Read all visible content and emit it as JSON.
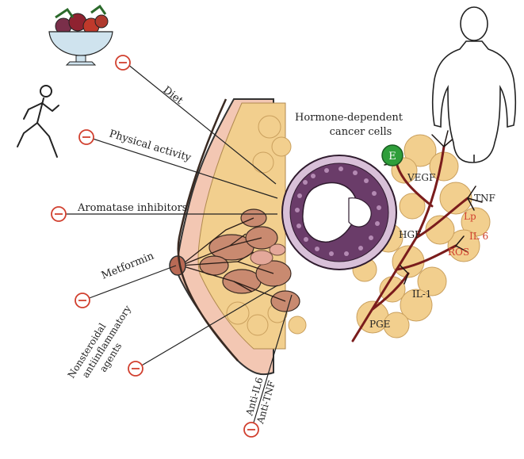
{
  "interventions": {
    "diet": "Diet",
    "physical_activity": "Physical activity",
    "aromatase_inhibitors": "Aromatase inhibitors",
    "metformin": "Metformin",
    "nsaid_line1": "Nonsteroidal",
    "nsaid_line2": "antiinflammatory",
    "nsaid_line3": "agents",
    "anti_il6": "Anti-IL6",
    "anti_tnf": "Anti-TNF"
  },
  "tumor": {
    "title_line1": "Hormone-dependent",
    "title_line2": "cancer cells",
    "estrogen_badge": "E"
  },
  "mediators": {
    "vegf": "VEGF",
    "tnf": "TNF",
    "lp": "Lp",
    "il6": "IL 6",
    "hgf": "HGF",
    "ros": "ROS",
    "il1": "IL-1",
    "pge": "PGE"
  },
  "colors": {
    "inhibit_circle": "#d1402f",
    "fat": "#f2cf8e",
    "skin": "#f3c7b3",
    "vessel": "#7a1c1c",
    "tumor": "#6a3c69",
    "estrogen": "#2e9e3a",
    "red_text": "#d1402f"
  }
}
